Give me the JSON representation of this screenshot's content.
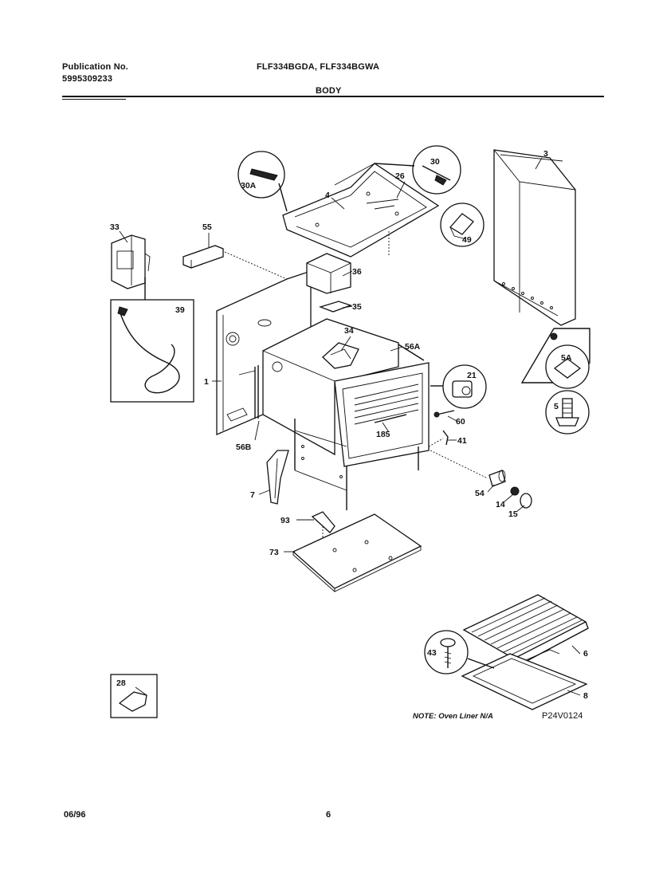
{
  "header": {
    "publication_label": "Publication No.",
    "publication_number": "5995309233",
    "models": "FLF334BGDA, FLF334BGWA",
    "section_title": "BODY"
  },
  "callouts": {
    "c1": "1",
    "c3": "3",
    "c4": "4",
    "c5": "5",
    "c5a": "5A",
    "c6": "6",
    "c7": "7",
    "c8": "8",
    "c14": "14",
    "c15": "15",
    "c21": "21",
    "c26": "26",
    "c28": "28",
    "c30": "30",
    "c30a": "30A",
    "c33": "33",
    "c34": "34",
    "c35": "35",
    "c36": "36",
    "c39": "39",
    "c41": "41",
    "c43": "43",
    "c49": "49",
    "c54": "54",
    "c55": "55",
    "c56a": "56A",
    "c56b": "56B",
    "c60": "60",
    "c73": "73",
    "c93": "93",
    "c185": "185"
  },
  "note": "NOTE: Oven Liner N/A",
  "drawing_number": "P24V0124",
  "footer": {
    "date": "06/96",
    "page": "6"
  }
}
